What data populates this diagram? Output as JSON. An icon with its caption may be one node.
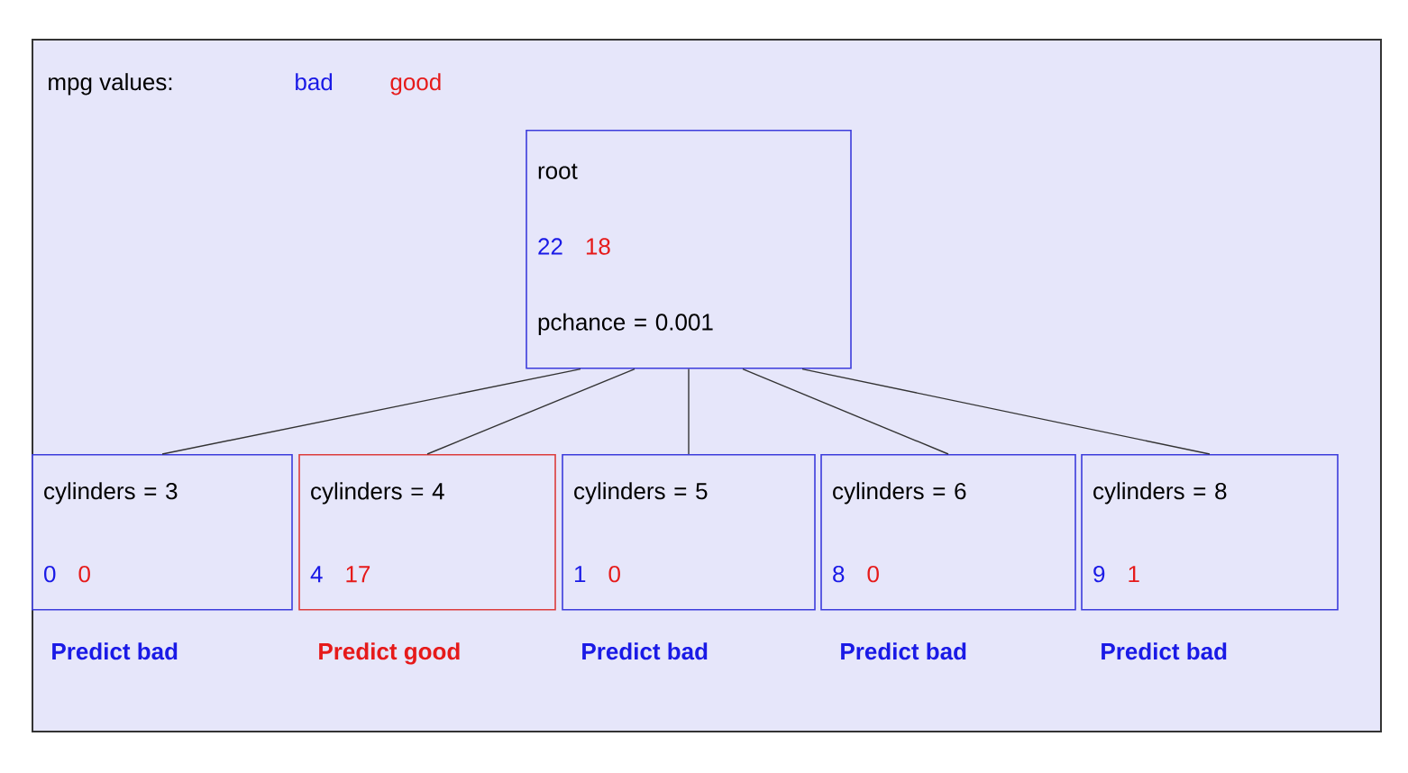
{
  "diagram": {
    "nodes": [
      {
        "text": [
          "root",
          "22",
          "18",
          "pchance = 0.001"
        ]
      },
      {
        "text": [
          "cylinders = 3",
          "0",
          "0"
        ],
        "beside": [
          "Predict bad"
        ]
      },
      {
        "text": [
          "cylinders = 4",
          "4",
          "17"
        ],
        "beside": [
          "Predict good"
        ]
      },
      {
        "text": [
          "cylinders = 5",
          "1",
          "0"
        ],
        "beside": [
          "Predict bad"
        ]
      },
      {
        "text": [
          "cylinders = 6",
          "8",
          "0"
        ],
        "beside": [
          "Predict bad"
        ]
      },
      {
        "text": [
          "cylinders = 8",
          "9",
          "1"
        ],
        "beside": [
          "Predict bad"
        ]
      }
    ],
    "edges": [
      {
        "from": 0,
        "to": 1,
        "arrow": "none"
      },
      {
        "from": 0,
        "to": 2,
        "arrow": "none"
      },
      {
        "from": 0,
        "to": 3,
        "arrow": "none"
      },
      {
        "from": 0,
        "to": 4,
        "arrow": "none"
      },
      {
        "from": 0,
        "to": 5,
        "arrow": "none"
      }
    ],
    "labels": [
      "mpg values:"
    ],
    "legend": [
      {
        "text": "bad",
        "color": "#1a1ae6"
      },
      {
        "text": "good",
        "color": "#e61a1a"
      }
    ]
  }
}
